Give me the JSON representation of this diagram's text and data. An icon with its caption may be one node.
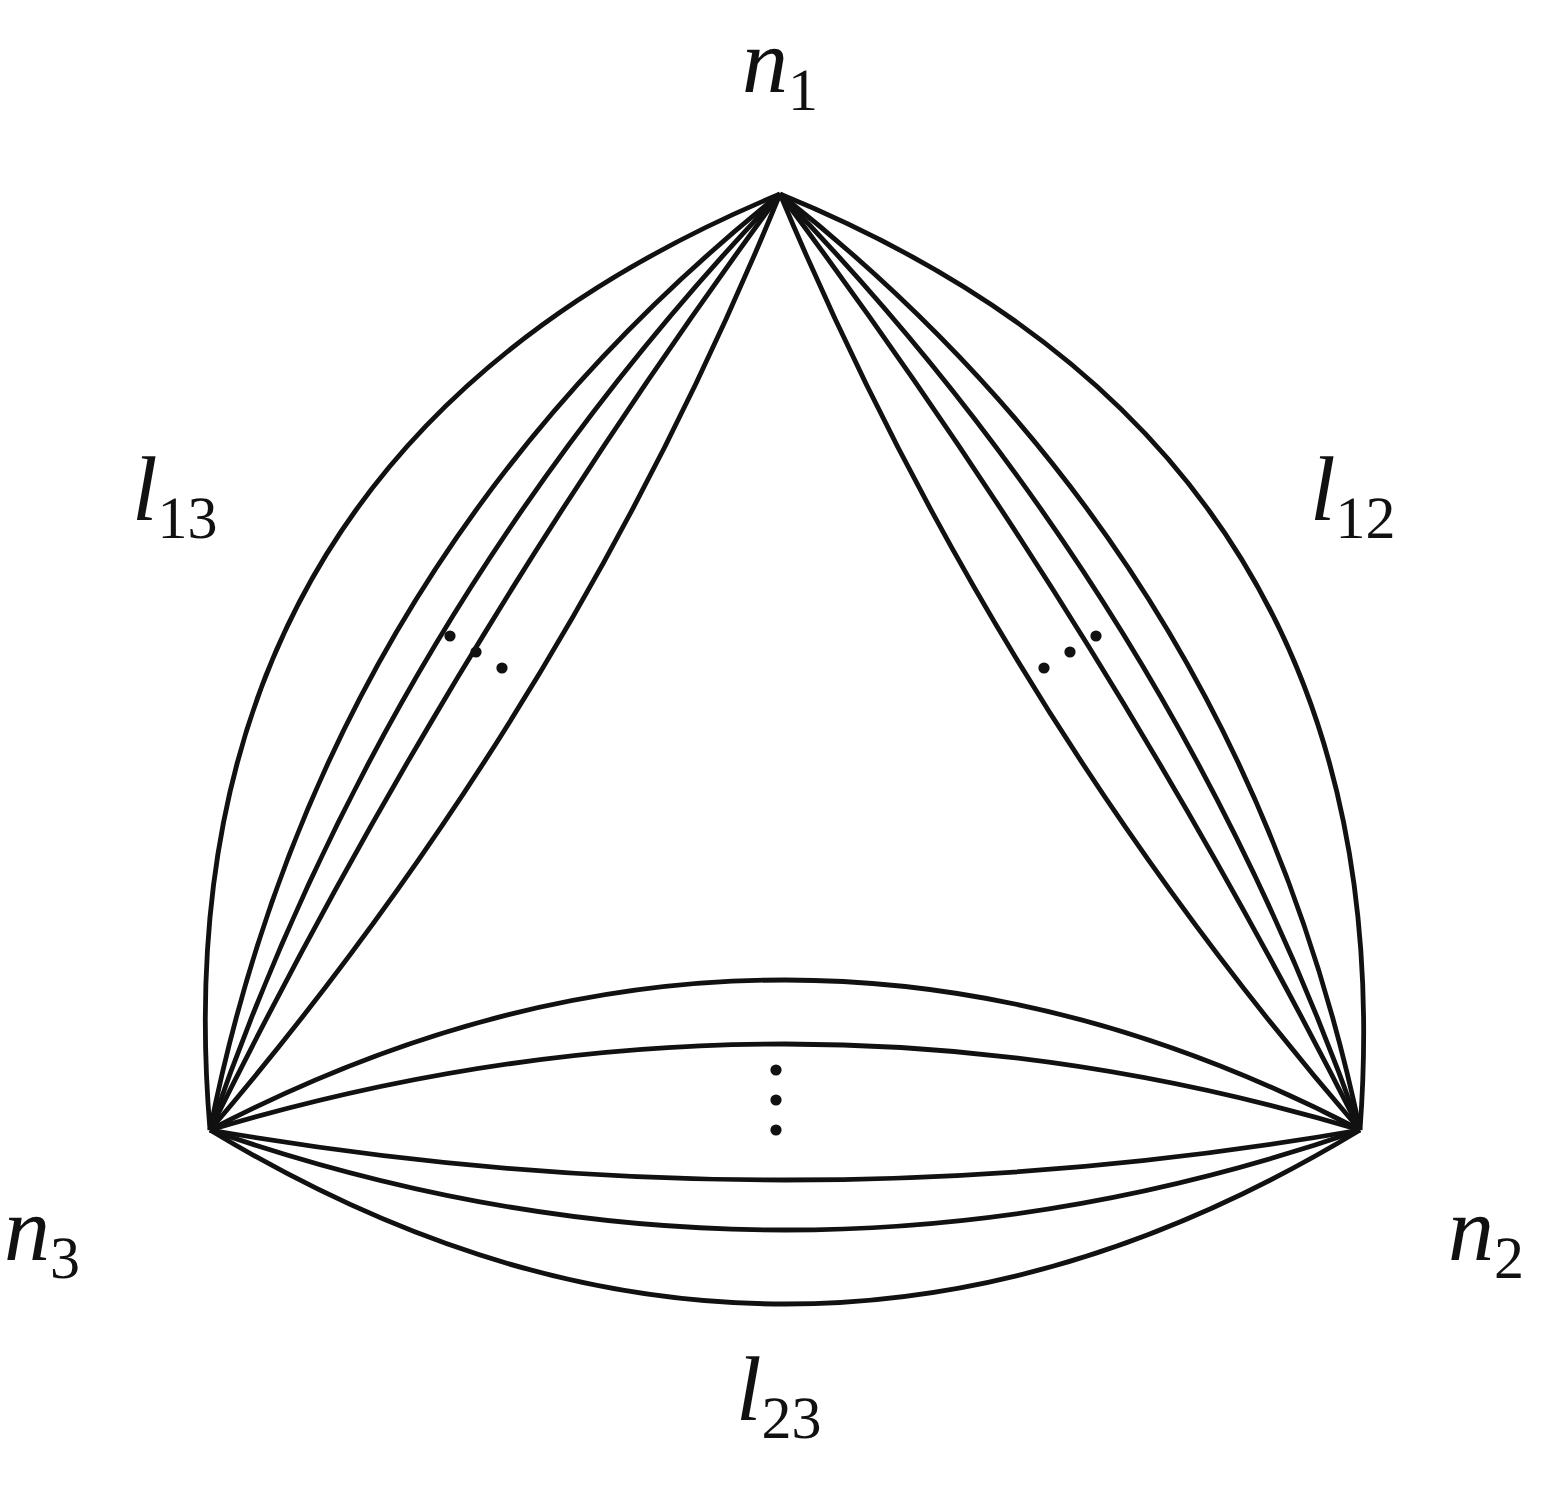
{
  "diagram": {
    "nodes": [
      {
        "text": [
          "n$_{1}$"
        ]
      },
      {
        "text": [
          "n$_{2}$"
        ]
      },
      {
        "text": [
          "n$_{3}$"
        ]
      }
    ],
    "edges": [
      {
        "from": 0,
        "to": 1,
        "arrow": "none"
      },
      {
        "from": 0,
        "to": 1,
        "arrow": "none"
      },
      {
        "from": 0,
        "to": 1,
        "arrow": "none"
      },
      {
        "from": 0,
        "to": 1,
        "arrow": "none"
      },
      {
        "from": 0,
        "to": 1,
        "arrow": "none"
      },
      {
        "from": 1,
        "to": 2,
        "arrow": "none"
      },
      {
        "from": 1,
        "to": 2,
        "arrow": "none"
      },
      {
        "from": 1,
        "to": 2,
        "arrow": "none"
      },
      {
        "from": 1,
        "to": 2,
        "arrow": "none"
      },
      {
        "from": 1,
        "to": 2,
        "arrow": "none"
      },
      {
        "from": 0,
        "to": 2,
        "arrow": "none"
      },
      {
        "from": 0,
        "to": 2,
        "arrow": "none"
      },
      {
        "from": 0,
        "to": 2,
        "arrow": "none"
      },
      {
        "from": 0,
        "to": 2,
        "arrow": "none"
      },
      {
        "from": 0,
        "to": 2,
        "arrow": "none"
      }
    ],
    "labels": [
      "l$_{13}$",
      "l$_{12}$",
      "l$_{23}$"
    ]
  }
}
